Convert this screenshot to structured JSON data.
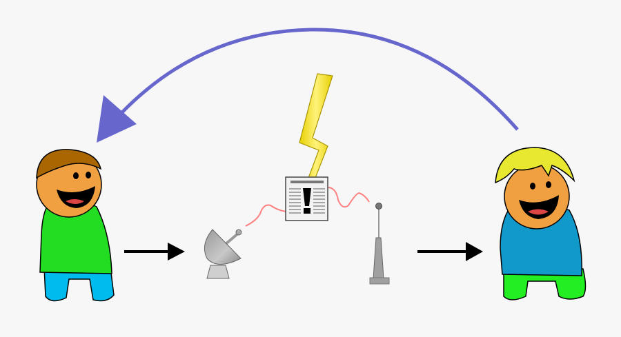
{
  "colors": {
    "background": "#f7f7f7",
    "return_arc": "#6666cc",
    "flow_arrow": "#000000",
    "signal_wave": "#ff8080",
    "lightning": "#f0dd00",
    "person_left_shirt": "#22dd22",
    "person_left_pants": "#00bbee",
    "person_left_hair": "#aa6600",
    "person_right_shirt": "#1199cc",
    "person_right_pants": "#22ee22",
    "person_right_hair": "#e8e830",
    "skin": "#f0a040",
    "equipment_gray": "#a8a8a8"
  },
  "elements": {
    "sender": "person-left",
    "transmitter": "satellite-dish",
    "message": "newspaper-alert",
    "event": "lightning-bolt",
    "receiver_antenna": "radio-tower",
    "receiver": "person-right"
  }
}
